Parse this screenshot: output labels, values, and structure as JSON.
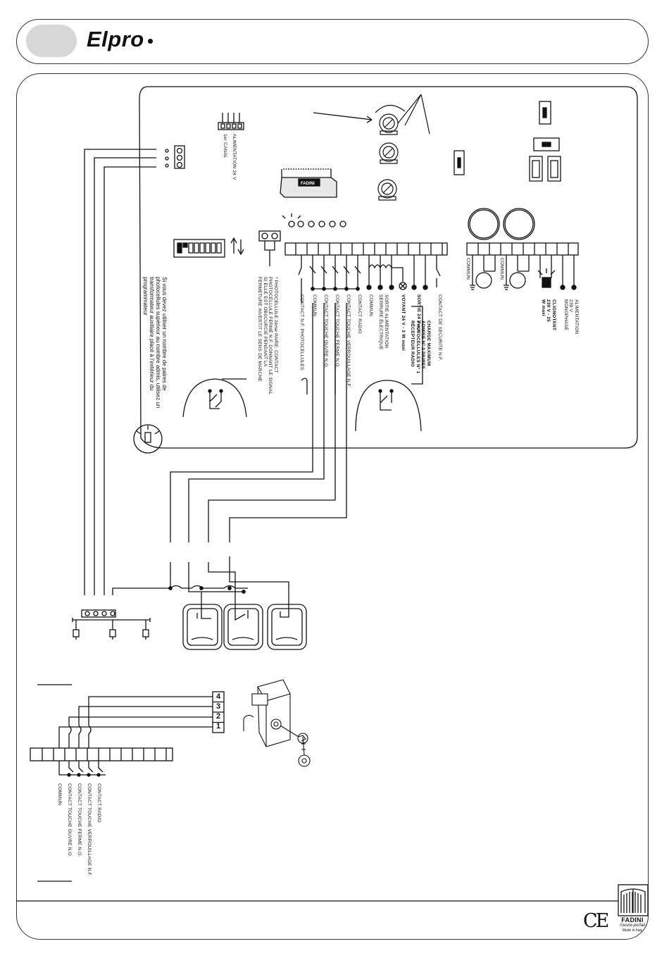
{
  "header": {
    "brand": "Elpro"
  },
  "board": {
    "power_label": "ALIMENTATION 24 V",
    "channel_label": "1er CANAL",
    "chip_label": "FADINI",
    "photocell_note": "Si vous devez utiliser un nombre de paires de photocellules supérieur au nombre admis, utilisez un transformateur auxiliaire placé à l'extérieur du programmateur",
    "photocell_pair_note": "* PHOTOCELLULE 2ème PAIRE: CONTACT PHOTOCELLULE FERMÉ N.F. DONNANT LE SIGNAL SI ELLE EST OBSCURCIE PENDANT LA FERMETURE INVERTIT LE SENS DE MARCHE",
    "terminal_labels": [
      "CONTACT N.F. PHOTOCELLULES",
      "COMMUN",
      "CONTACT TOUCHE OUVRE N.O.",
      "CONTACT TOUCHE FERME N.O.",
      "CONTACT TOUCHE VERROUILLAGE N.F.",
      "CONTACT RADIO",
      "COMMUN",
      "SORTIE ALIMENTATION SERRURE ÉLECTRIQUE",
      "VOYANT 24 V - 3 W maxi",
      "SORTIE 24 V c.a.",
      "CONTACT DE SECURITE N.F."
    ],
    "max_charge_label": "CHARGE MAXIMUM ADMISE N° 2 PAIRES PHOTOCELLULES N° 1 RÉCEPTEUR RADIO",
    "right_labels": [
      "COMMUN",
      "COMMUN",
      "CLIGNOTANT 230 V - 25 W maxi",
      "ALIMENTATION 230 V MONOPHASÉ"
    ]
  },
  "bottom_wiring": {
    "terminal_numbers": [
      "1",
      "2",
      "3",
      "4"
    ],
    "labels": [
      "COMMUN",
      "CONTACT TOUCHE OUVRE N.O.",
      "CONTACT TOUCHE FERME N.O.",
      "CONTACT TOUCHE VERROUILLAGE N.F.",
      "CONTACT RADIO"
    ]
  },
  "footer": {
    "ce_mark": "CE",
    "logo_word": "FADINI",
    "logo_tagline": "l'ouvre-portail",
    "made_in": "Made in Italy"
  }
}
